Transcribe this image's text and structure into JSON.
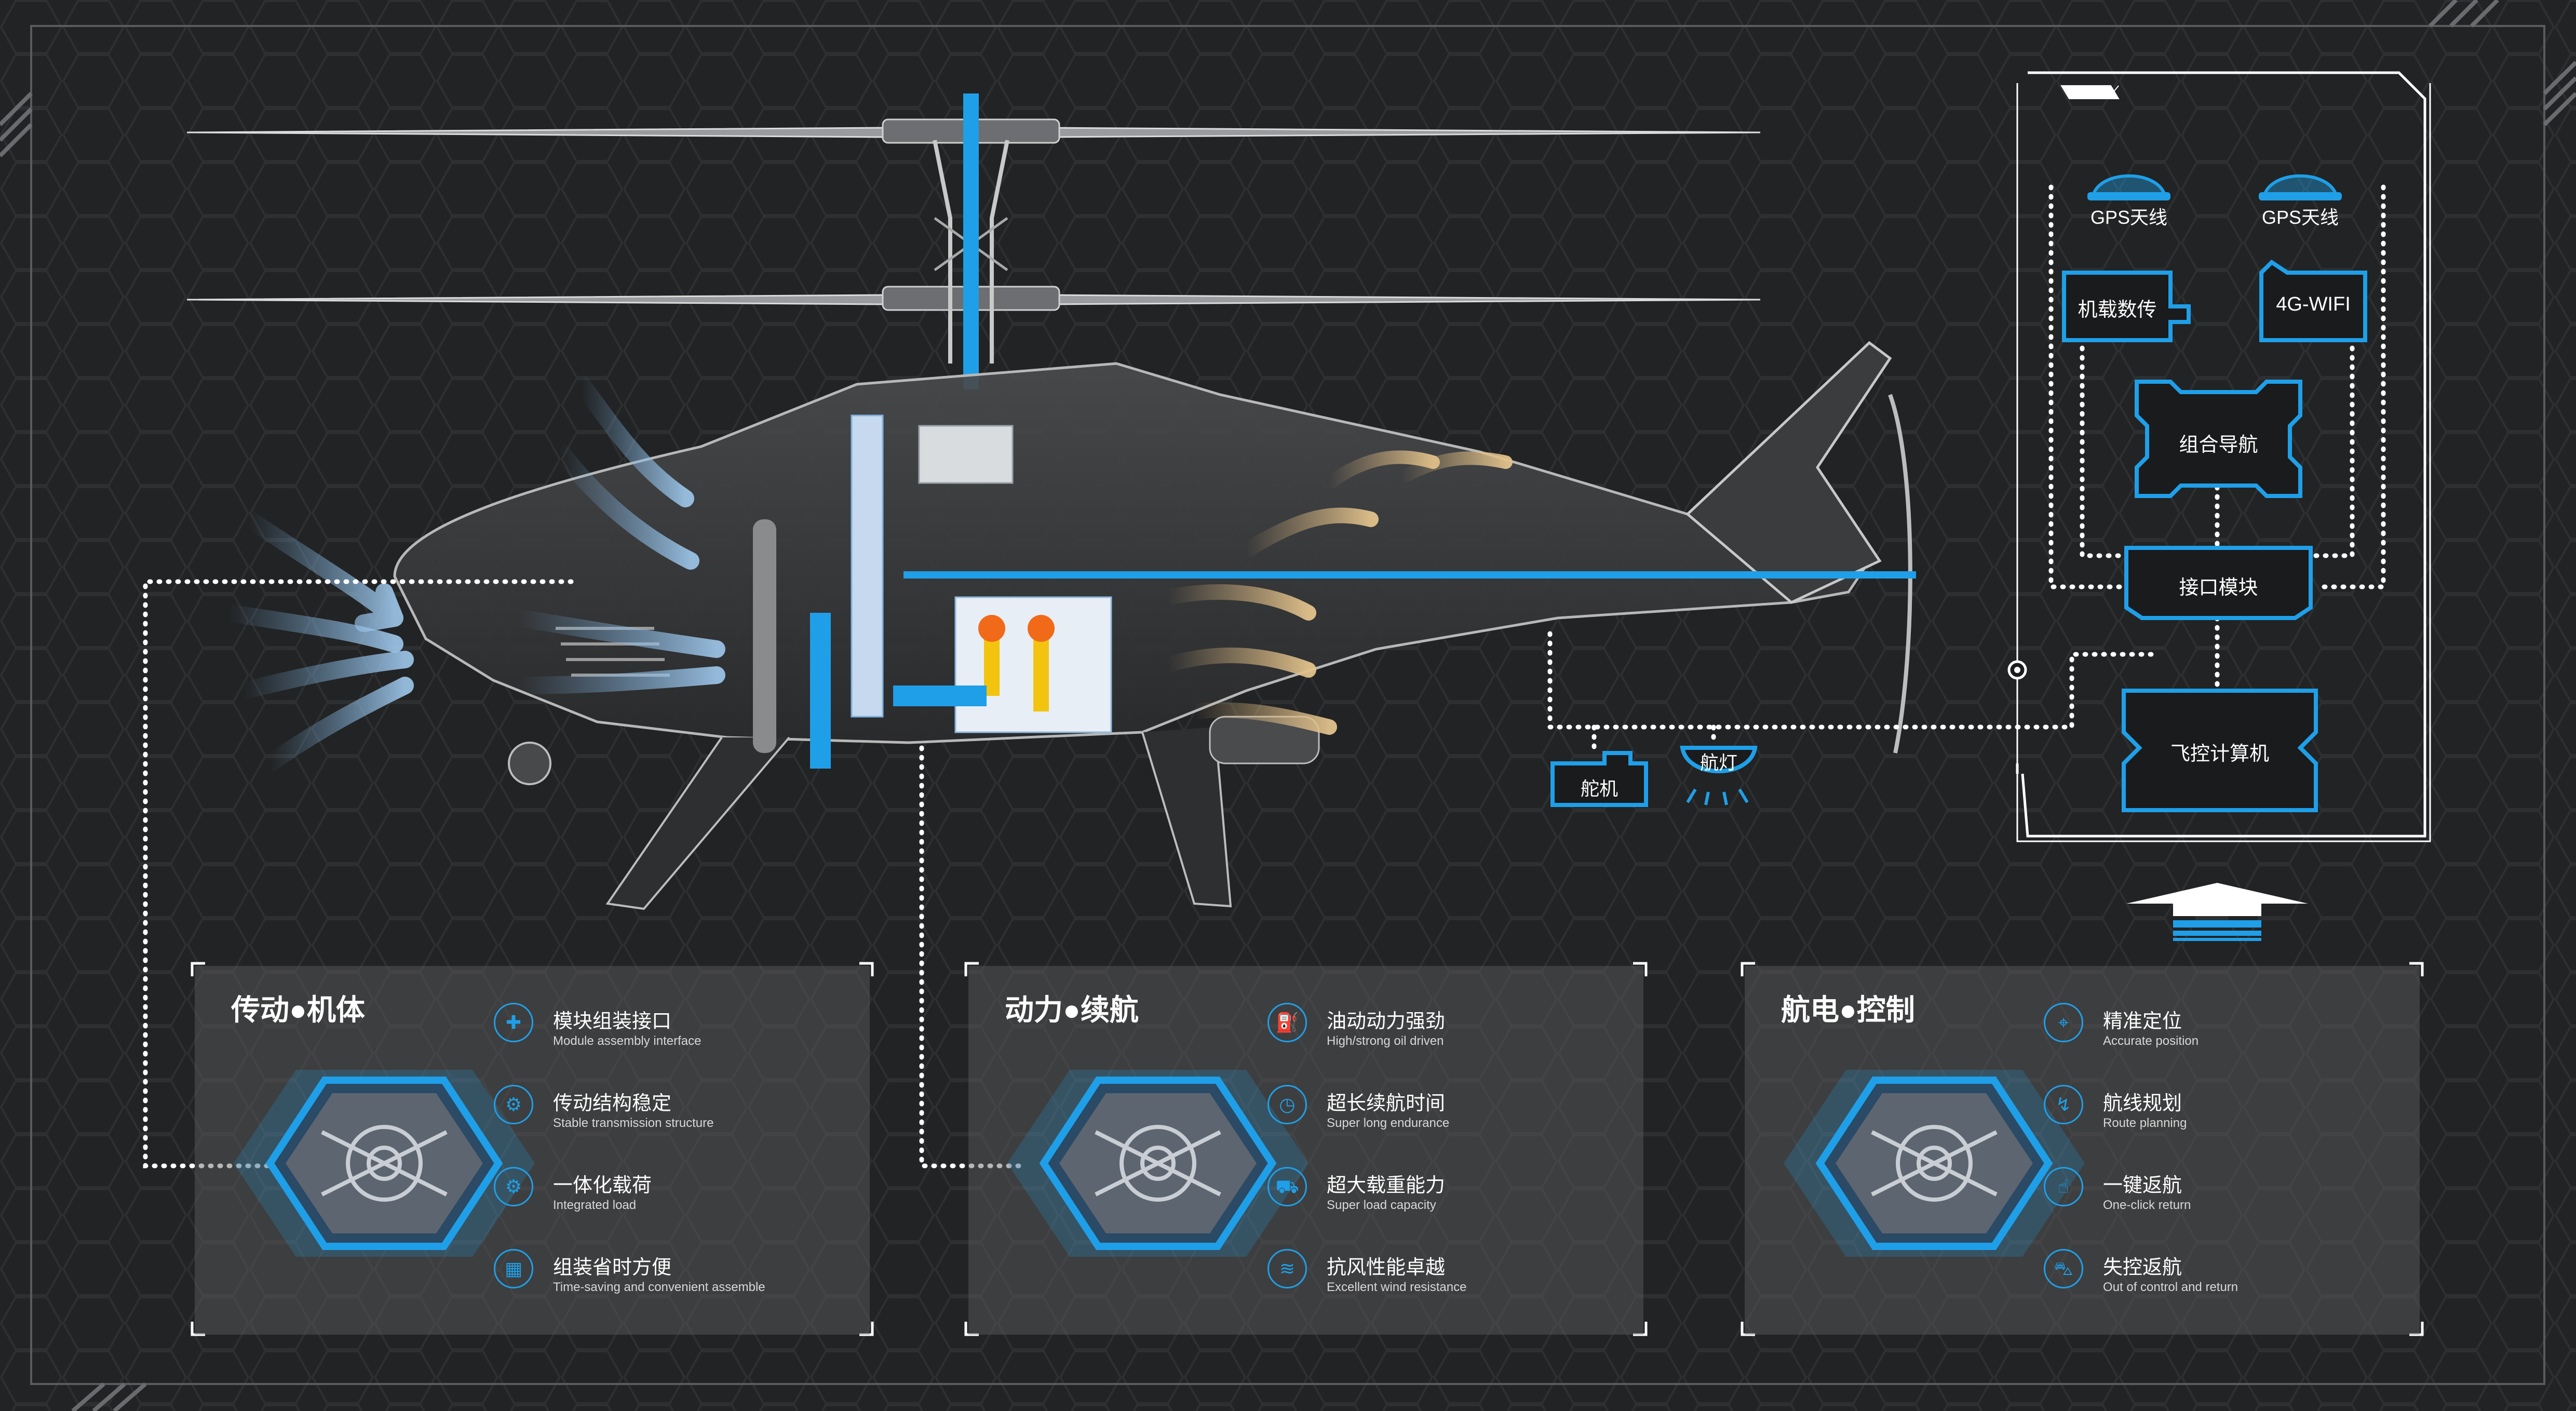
{
  "colors": {
    "accent": "#1f9fe8",
    "warm": "#d4b27a",
    "background": "#222324",
    "panel": "#5f5f62"
  },
  "diagram": {
    "servo_label": "舵机",
    "nav_light_label": "航灯"
  },
  "avionics": {
    "gps_left": "GPS天线",
    "gps_right": "GPS天线",
    "datalink": "机载数传",
    "wifi": "4G-WIFI",
    "nav": "组合导航",
    "interface": "接口模块",
    "fc": "飞控计算机"
  },
  "panels": [
    {
      "title": "传动●机体",
      "image_icon": "transmission-photo-icon",
      "features": [
        {
          "zh": "模块组装接口",
          "en": "Module assembly interface",
          "icon": "puzzle-icon"
        },
        {
          "zh": "传动结构稳定",
          "en": "Stable transmission structure",
          "icon": "gear-icon"
        },
        {
          "zh": "一体化载荷",
          "en": "Integrated load",
          "icon": "gears-icon"
        },
        {
          "zh": "组装省时方便",
          "en": "Time-saving and convenient assemble",
          "icon": "qr-icon"
        }
      ]
    },
    {
      "title": "动力●续航",
      "image_icon": "engine-photo-icon",
      "features": [
        {
          "zh": "油动动力强劲",
          "en": "High/strong oil driven",
          "icon": "fuel-icon"
        },
        {
          "zh": "超长续航时间",
          "en": "Super long endurance",
          "icon": "clock-icon"
        },
        {
          "zh": "超大载重能力",
          "en": "Super load capacity",
          "icon": "truck-icon"
        },
        {
          "zh": "抗风性能卓越",
          "en": "Excellent wind resistance",
          "icon": "wind-icon"
        }
      ]
    },
    {
      "title": "航电●控制",
      "image_icon": "circuit-board-photo-icon",
      "features": [
        {
          "zh": "精准定位",
          "en": "Accurate position",
          "icon": "location-icon"
        },
        {
          "zh": "航线规划",
          "en": "Route planning",
          "icon": "route-icon"
        },
        {
          "zh": "一键返航",
          "en": "One-click return",
          "icon": "tap-icon"
        },
        {
          "zh": "失控返航",
          "en": "Out of control and return",
          "icon": "car-icon"
        }
      ]
    }
  ]
}
